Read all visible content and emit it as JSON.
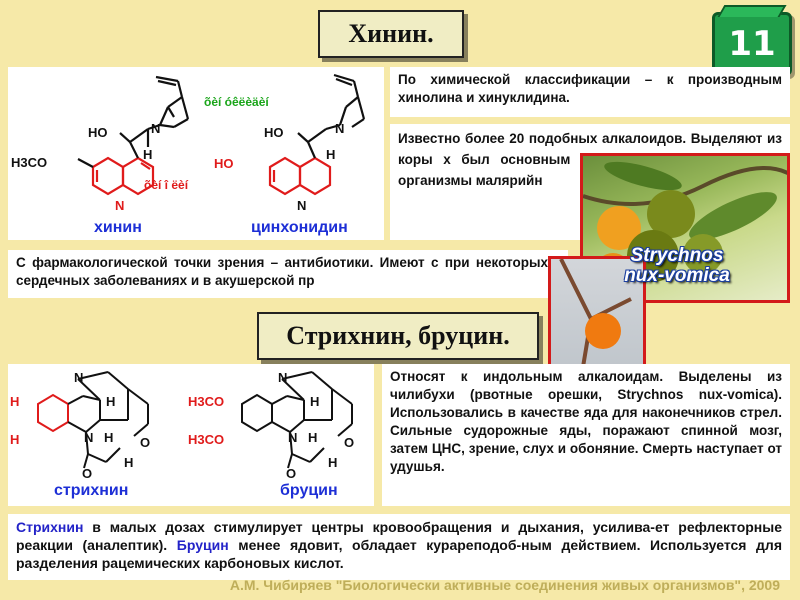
{
  "slide_number": "11",
  "section1": {
    "title": "Хинин.",
    "structures": {
      "left_name": "хинин",
      "right_name": "цинхонидин",
      "garbled_top": "õèí óêëèäèí",
      "garbled_bottom": "õèí î ëèí",
      "atoms": {
        "ho": "HO",
        "n": "N",
        "h": "H",
        "h3co": "H3CO"
      }
    },
    "classification_text": "По химической классификации – к производным хинолина и хинуклидина.",
    "origin_text": "Известно более 20 подобных алкалоидов. Выделяют из коры х был основным средс рией (возбудители – организмы малярийн",
    "pharmacology_text": "С фармакологической точки зрения – антибиотики. Имеют с при некоторых сердечных заболеваниях и в акушерской пр"
  },
  "photo": {
    "caption_line1": "Strychnos",
    "caption_line2": "nux-vomica"
  },
  "section2": {
    "title": "Стрихнин, бруцин.",
    "structures": {
      "left_name": "стрихнин",
      "right_name": "бруцин",
      "atoms": {
        "h": "H",
        "n": "N",
        "o": "O",
        "h3co": "H3CO"
      }
    },
    "alkaloid_text": "Относят к индольным алкалоидам. Выделены из чилибухи (рвотные орешки, Strychnos nux-vomica). Использовались в качестве яда для наконечников стрел. Сильные судорожные яды, поражают спинной мозг, затем ЦНС, зрение, слух и обоняние. Смерть наступает от удушья.",
    "effects": {
      "strychnine_word": "Стрихнин",
      "part1": " в малых дозах стимулирует центры кровообращения и дыхания, усилива-ет рефлекторные реакции (аналептик). ",
      "brucine_word": "Бруцин",
      "part2": " менее ядовит, обладает курареподоб-ным действием. Используется для разделения рацемических карбоновых кислот."
    }
  },
  "footer": "А.М. Чибиряев \"Биологически активные соединения живых организмов\", 2009",
  "colors": {
    "background": "#F6E9A8",
    "red_label": "#e01b1b",
    "blue_label": "#1d2fd6",
    "green_label": "#1aa51a",
    "badge_green": "#1f9e4a"
  }
}
